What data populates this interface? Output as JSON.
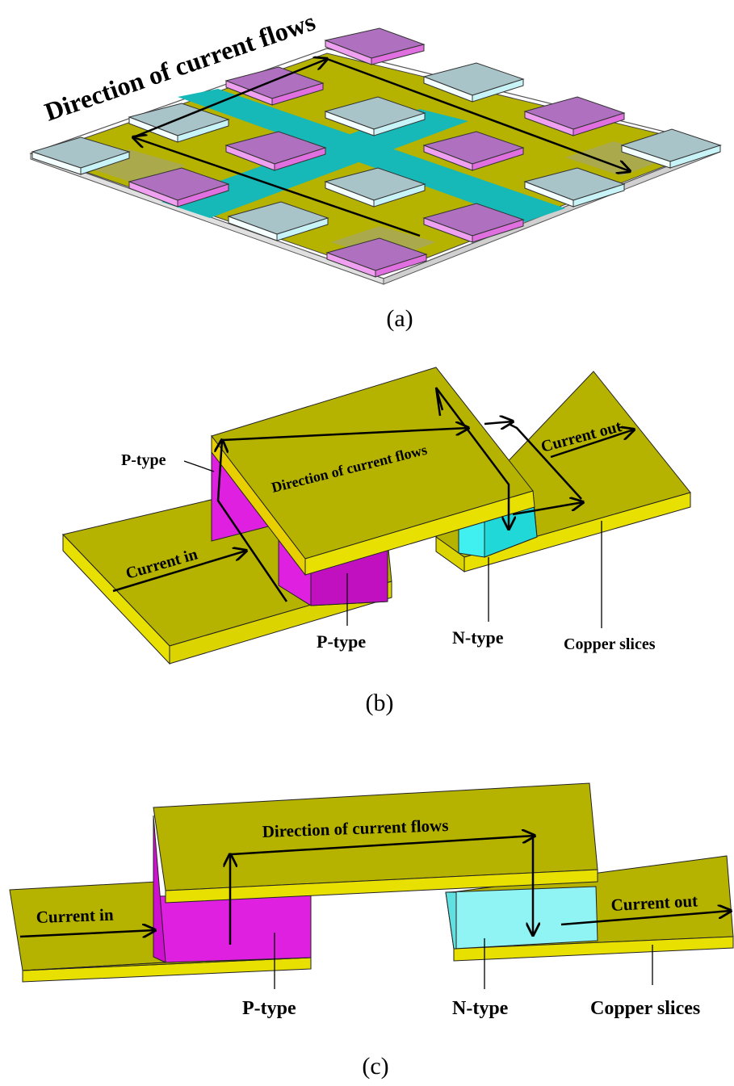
{
  "figure": {
    "panel_a": {
      "title": "Direction of current flows",
      "caption": "(a)"
    },
    "panel_b": {
      "label_ptype_top": "P-type",
      "label_direction": "Direction of current flows",
      "label_current_out": "Current  out",
      "label_current_in": "Current in",
      "label_ptype_bottom": "P-type",
      "label_ntype": "N-type",
      "label_copper": "Copper slices",
      "caption": "(b)"
    },
    "panel_c": {
      "label_direction": "Direction of current flows",
      "label_current_in": "Current in",
      "label_current_out": "Current  out",
      "label_ptype": "P-type",
      "label_ntype": "N-type",
      "label_copper": "Copper slices",
      "caption": "(c)"
    }
  },
  "colors": {
    "copper_top": "#b5b300",
    "copper_edge": "#e8e000",
    "p_type": "#e020e0",
    "p_type_light": "#b070c0",
    "n_type": "#80f0f0",
    "n_type_light": "#a8c4c8",
    "teal": "#17b8b8"
  }
}
